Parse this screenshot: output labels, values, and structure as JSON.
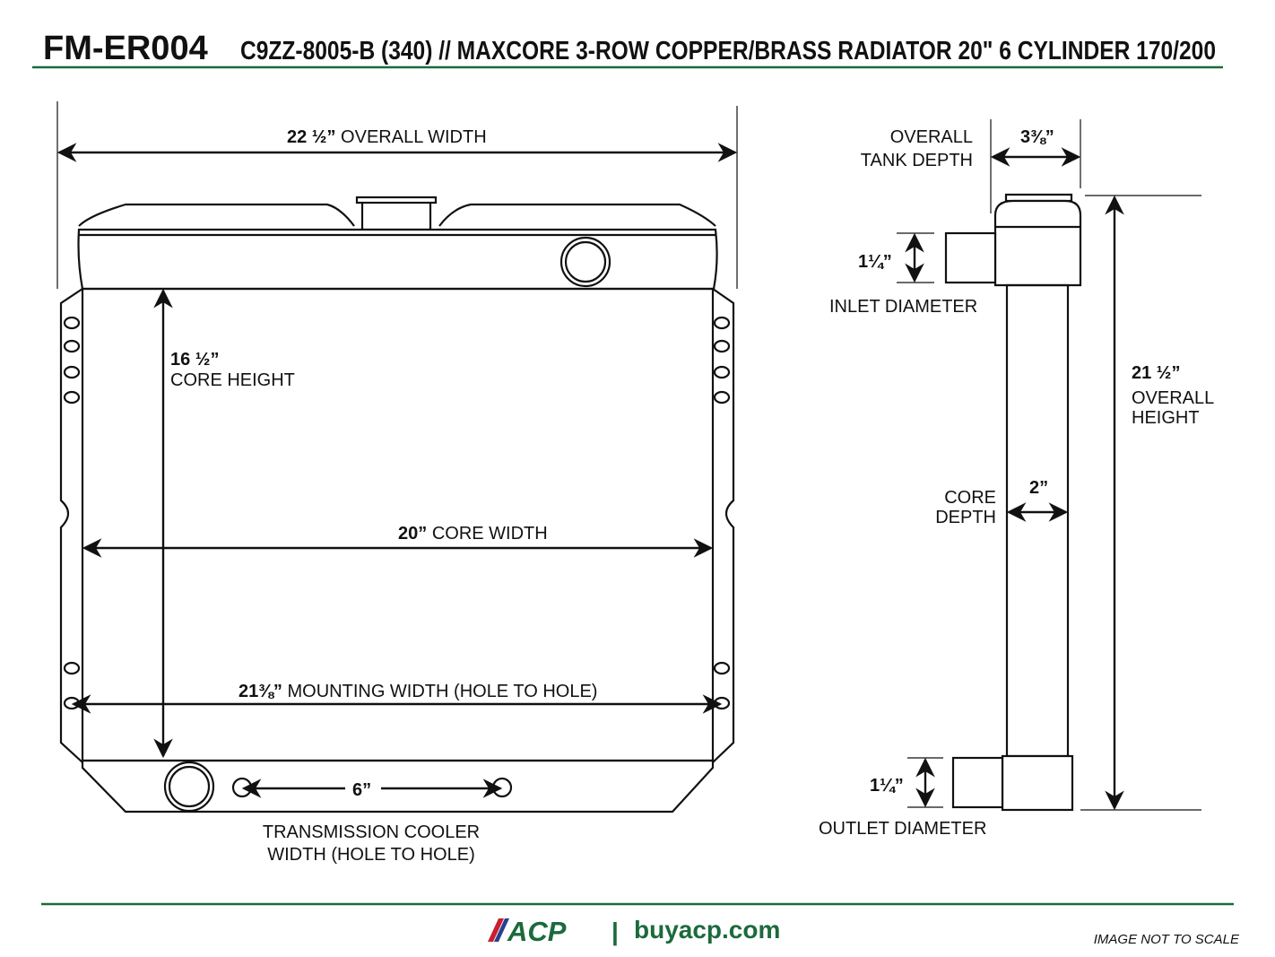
{
  "header": {
    "part_number": "FM-ER004",
    "description": "C9ZZ-8005-B (340) // MAXCORE 3-ROW COPPER/BRASS RADIATOR 20\" 6 CYLINDER 170/200"
  },
  "front_view": {
    "overall_width": {
      "value": "22 ½”",
      "label": "OVERALL WIDTH"
    },
    "core_height": {
      "value": "16 ½”",
      "label": "CORE HEIGHT"
    },
    "core_width": {
      "value": "20”",
      "label": "CORE WIDTH"
    },
    "mounting_width": {
      "value": "21⅜”",
      "label": "MOUNTING WIDTH (HOLE TO HOLE)"
    },
    "trans_cooler": {
      "value": "6”",
      "label_line1": "TRANSMISSION COOLER",
      "label_line2": "WIDTH (HOLE TO HOLE)"
    }
  },
  "side_view": {
    "tank_depth": {
      "value": "3⅜”",
      "label_line1": "OVERALL",
      "label_line2": "TANK DEPTH"
    },
    "inlet": {
      "value": "1¼”",
      "label": "INLET DIAMETER"
    },
    "overall_height": {
      "value": "21 ½”",
      "label_line1": "OVERALL",
      "label_line2": "HEIGHT"
    },
    "core_depth": {
      "value": "2”",
      "label_line1": "CORE",
      "label_line2": "DEPTH"
    },
    "outlet": {
      "value": "1¼”",
      "label": "OUTLET DIAMETER"
    }
  },
  "footer": {
    "logo_text": "ACP",
    "website": "buyacp.com",
    "separator": "|",
    "note": "IMAGE NOT TO SCALE"
  },
  "colors": {
    "brand_green": "#1b6a3c",
    "stripe_red": "#c8202f",
    "stripe_blue": "#2a3f8f"
  }
}
